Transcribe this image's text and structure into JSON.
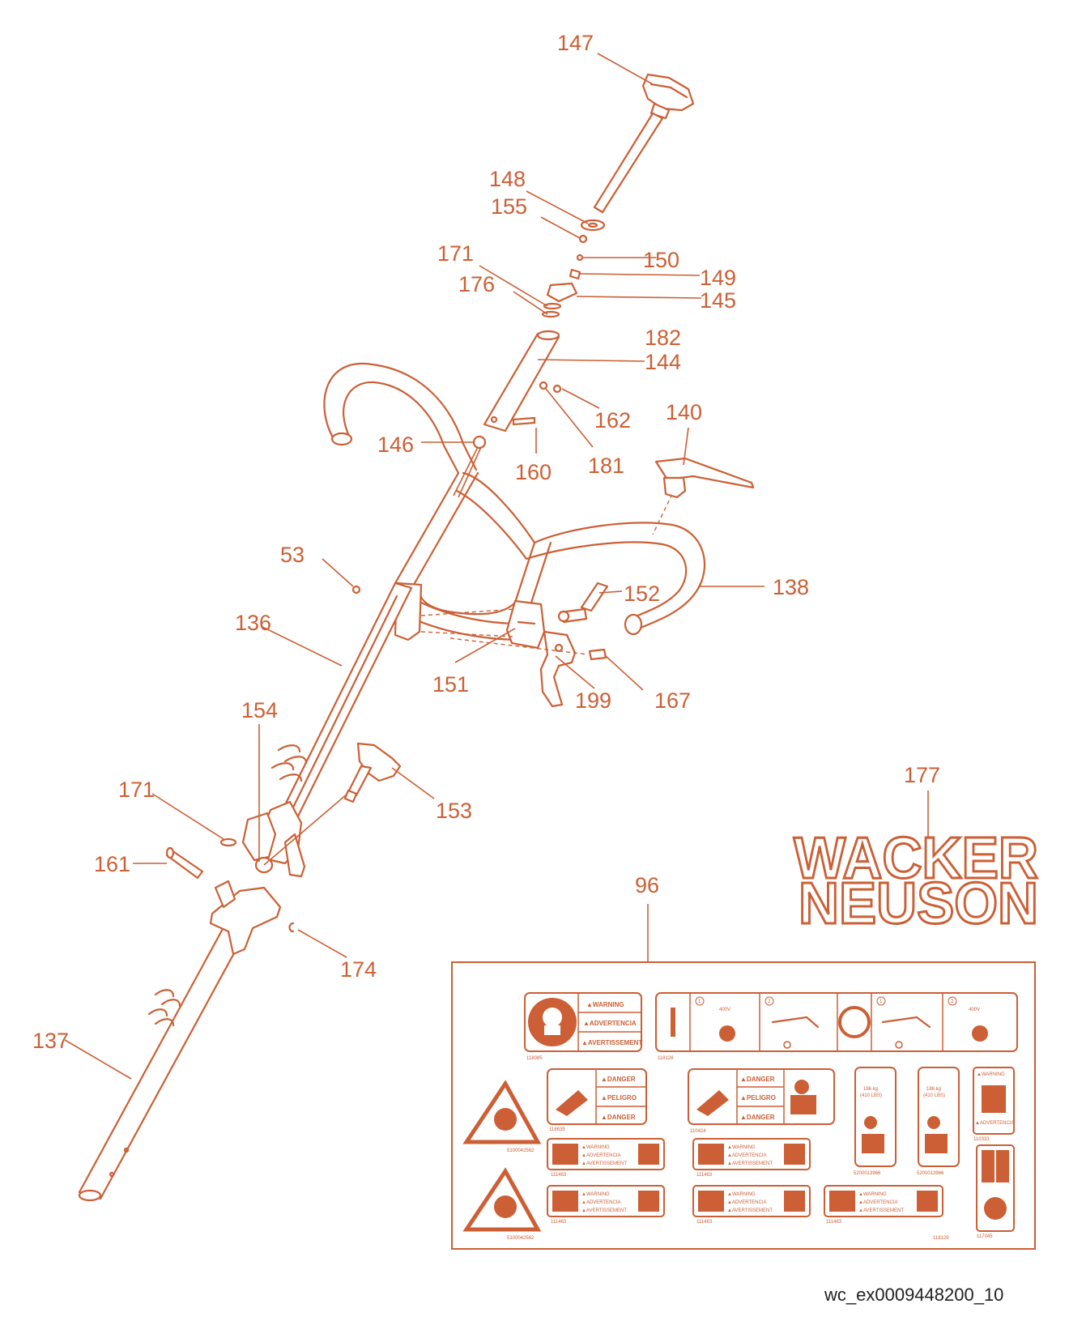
{
  "callouts": {
    "c147": "147",
    "c148": "148",
    "c155": "155",
    "c150": "150",
    "c149": "149",
    "c171a": "171",
    "c176": "176",
    "c145": "145",
    "c182": "182",
    "c144": "144",
    "c162": "162",
    "c140": "140",
    "c146": "146",
    "c160": "160",
    "c181": "181",
    "c53": "53",
    "c152": "152",
    "c138": "138",
    "c136": "136",
    "c151": "151",
    "c199": "199",
    "c167": "167",
    "c154": "154",
    "c177": "177",
    "c171b": "171",
    "c153": "153",
    "c161": "161",
    "c96": "96",
    "c174": "174",
    "c137": "137"
  },
  "logo": {
    "line1": "WACKER",
    "line2": "NEUSON"
  },
  "labels": {
    "warning": "▲WARNING",
    "advertencia": "▲ADVERTENCIA",
    "avertissement": "▲AVERTISSEMENT",
    "danger": "▲DANGER",
    "peligro": "▲PELIGRO",
    "weight": "186 kg",
    "weight_lbs": "(410 LBS)",
    "pn_118085": "118085",
    "pn_118128": "118128",
    "pn_118639": "118639",
    "pn_110424": "110424",
    "pn_5200013966a": "5200013966",
    "pn_5200013966b": "5200013966",
    "pn_110333": "110333",
    "pn_111463a": "111463",
    "pn_111463b": "111463",
    "pn_111463c": "111463",
    "pn_111463d": "111463",
    "pn_111463e": "111463",
    "pn_117045": "117045",
    "pn_118129": "118129",
    "pn_tri_a": "5100042562",
    "pn_tri_b": "5100042562",
    "step1": "1",
    "step2": "2",
    "step1b": "1",
    "step2b": "2",
    "volt": "400V",
    "volt2": "400V"
  },
  "reference": "wc_ex0009448200_10",
  "colors": {
    "accent": "#cc5f35"
  }
}
